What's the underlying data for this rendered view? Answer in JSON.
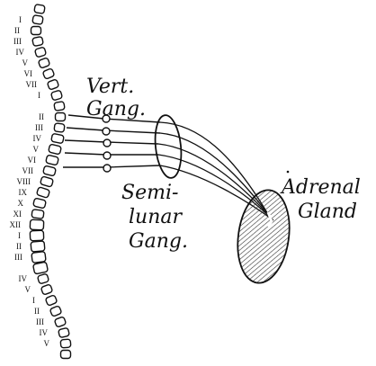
{
  "labels": {
    "vert_line1": "Vert.",
    "vert_line2": "Gang.",
    "semi_line1": "Semi-",
    "semi_line2": "lunar",
    "semi_line3": "Gang.",
    "adrenal_line1": "Adrenal",
    "adrenal_line2": "Gland"
  },
  "vertebra_marks": [
    "I",
    "II",
    "III",
    "IV",
    "V",
    "VI",
    "VII",
    "I",
    "II",
    "III",
    "IV",
    "V",
    "VI",
    "VII",
    "VIII",
    "IX",
    "X",
    "XI",
    "XII",
    "I",
    "II",
    "III",
    "IV",
    "V",
    "I",
    "II",
    "III",
    "IV",
    "V"
  ],
  "ink_color": "#111111"
}
